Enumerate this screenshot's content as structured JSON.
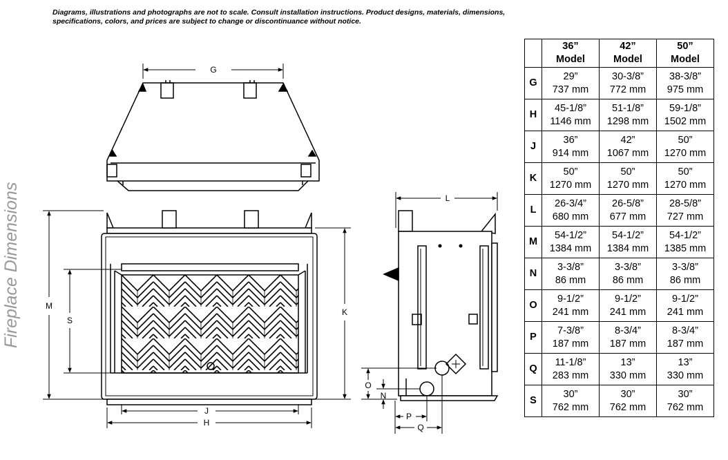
{
  "disclaimer": {
    "line1": "Diagrams, illustrations and photographs are not to scale. Consult installation instructions. Product designs, materials, dimensions,",
    "line2": "specifications, colors, and prices are subject to change or discontinuance without notice."
  },
  "side_title": "Fireplace Dimensions",
  "diagram_labels": {
    "G": "G",
    "H": "H",
    "J": "J",
    "K": "K",
    "L": "L",
    "M": "M",
    "N": "N",
    "O": "O",
    "P": "P",
    "Q": "Q",
    "S": "S"
  },
  "table": {
    "headers": [
      {
        "line1": "36”",
        "line2": "Model"
      },
      {
        "line1": "42”",
        "line2": "Model"
      },
      {
        "line1": "50”",
        "line2": "Model"
      }
    ],
    "rows": [
      {
        "label": "G",
        "cells": [
          [
            "29”",
            "737 mm"
          ],
          [
            "30-3/8”",
            "772 mm"
          ],
          [
            "38-3/8”",
            "975 mm"
          ]
        ]
      },
      {
        "label": "H",
        "cells": [
          [
            "45-1/8”",
            "1146 mm"
          ],
          [
            "51-1/8”",
            "1298 mm"
          ],
          [
            "59-1/8”",
            "1502 mm"
          ]
        ]
      },
      {
        "label": "J",
        "cells": [
          [
            "36”",
            "914 mm"
          ],
          [
            "42”",
            "1067 mm"
          ],
          [
            "50”",
            "1270 mm"
          ]
        ]
      },
      {
        "label": "K",
        "cells": [
          [
            "50”",
            "1270 mm"
          ],
          [
            "50”",
            "1270 mm"
          ],
          [
            "50”",
            "1270 mm"
          ]
        ]
      },
      {
        "label": "L",
        "cells": [
          [
            "26-3/4”",
            "680 mm"
          ],
          [
            "26-5/8”",
            "677 mm"
          ],
          [
            "28-5/8”",
            "727 mm"
          ]
        ]
      },
      {
        "label": "M",
        "cells": [
          [
            "54-1/2”",
            "1384 mm"
          ],
          [
            "54-1/2”",
            "1384 mm"
          ],
          [
            "54-1/2”",
            "1385 mm"
          ]
        ]
      },
      {
        "label": "N",
        "cells": [
          [
            "3-3/8”",
            "86 mm"
          ],
          [
            "3-3/8”",
            "86 mm"
          ],
          [
            "3-3/8”",
            "86 mm"
          ]
        ]
      },
      {
        "label": "O",
        "cells": [
          [
            "9-1/2”",
            "241 mm"
          ],
          [
            "9-1/2”",
            "241 mm"
          ],
          [
            "9-1/2”",
            "241 mm"
          ]
        ]
      },
      {
        "label": "P",
        "cells": [
          [
            "7-3/8”",
            "187 mm"
          ],
          [
            "8-3/4”",
            "187 mm"
          ],
          [
            "8-3/4”",
            "187 mm"
          ]
        ]
      },
      {
        "label": "Q",
        "cells": [
          [
            "11-1/8”",
            "283 mm"
          ],
          [
            "13”",
            "330 mm"
          ],
          [
            "13”",
            "330 mm"
          ]
        ]
      },
      {
        "label": "S",
        "cells": [
          [
            "30”",
            "762 mm"
          ],
          [
            "30”",
            "762 mm"
          ],
          [
            "30”",
            "762 mm"
          ]
        ]
      }
    ]
  }
}
